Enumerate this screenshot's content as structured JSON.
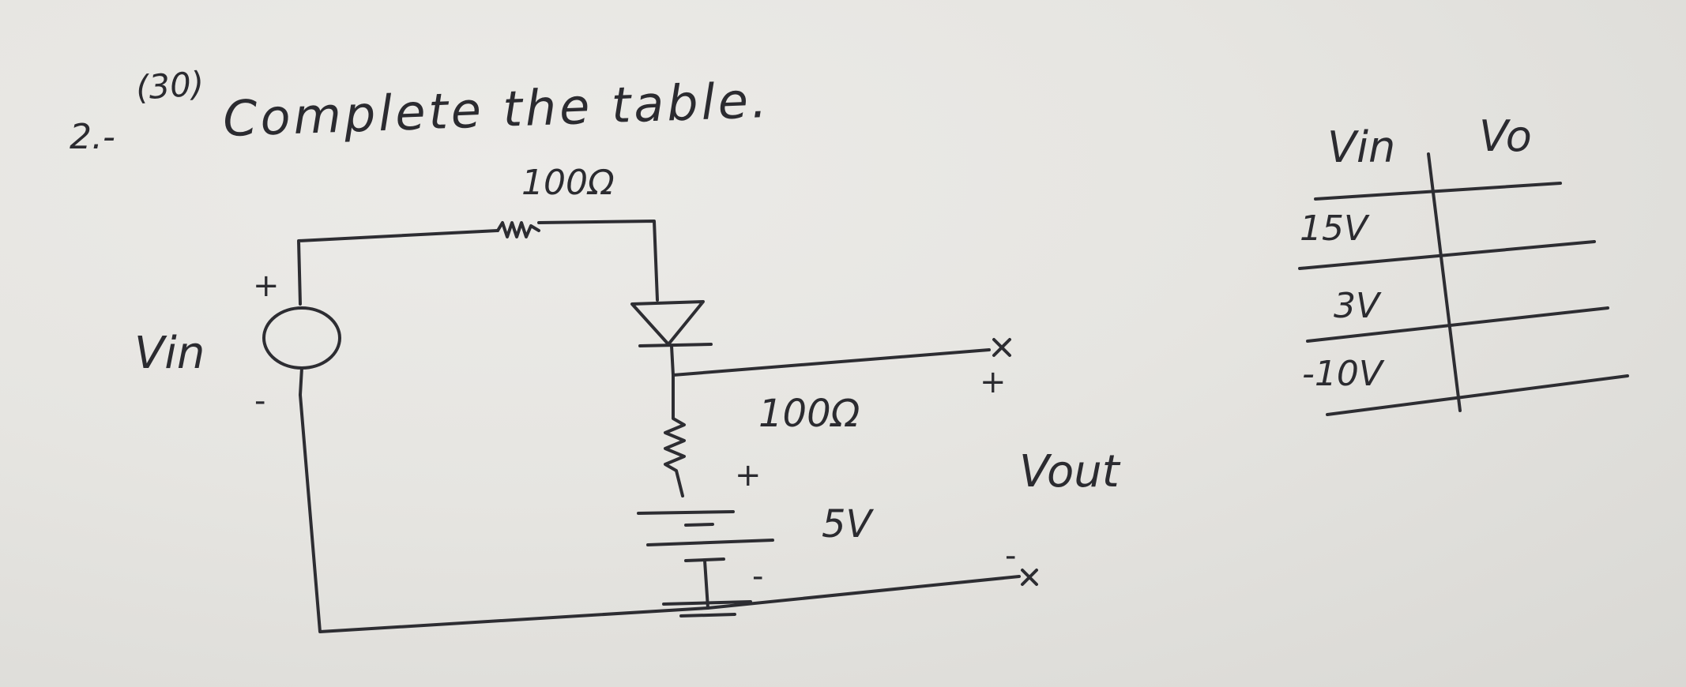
{
  "header": {
    "points": "(30)",
    "number": "2.-",
    "instruction": "Complete the table."
  },
  "circuit": {
    "r1_label": "100Ω",
    "r2_label": "100Ω",
    "source_label": "Vin",
    "source_plus": "+",
    "source_minus": "-",
    "battery_value": "5V",
    "battery_plus": "+",
    "battery_minus": "-",
    "output_label": "Vout",
    "output_plus": "+",
    "output_minus": "-"
  },
  "table": {
    "headers": [
      "Vin",
      "Vo"
    ],
    "rows": [
      {
        "vin": "15V",
        "vo": ""
      },
      {
        "vin": "3V",
        "vo": ""
      },
      {
        "vin": "-10V",
        "vo": ""
      }
    ]
  },
  "colors": {
    "ink": "#2d2d32",
    "paper": "#e6e5e1"
  }
}
